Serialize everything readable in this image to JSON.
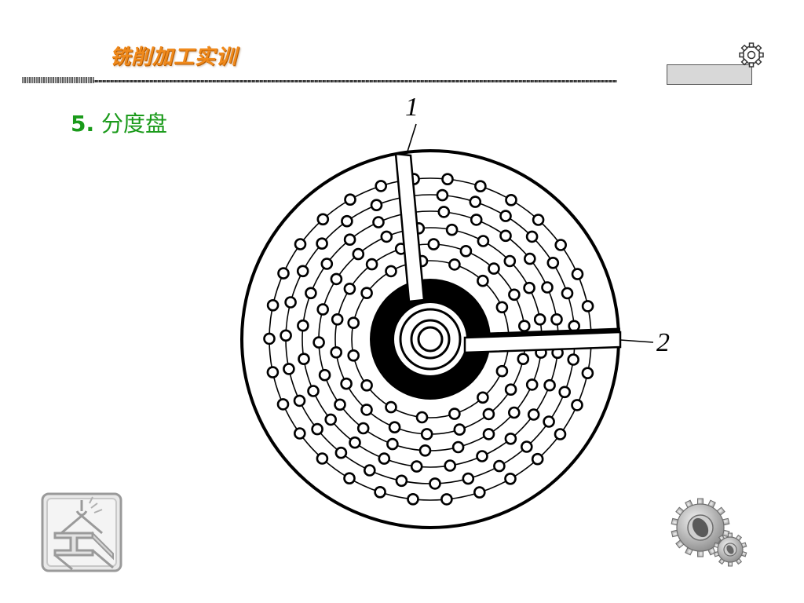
{
  "header": {
    "title": "铣削加工实训"
  },
  "section": {
    "number": "5.",
    "title": "分度盘"
  },
  "figure": {
    "callouts": [
      "1",
      "2"
    ]
  },
  "colors": {
    "header_title": "#f08a1c",
    "section_title": "#1a9a1a",
    "corner_box": "#d8d8d8"
  },
  "icons": {
    "corner": "gear-icon",
    "bottom_left": "crane-i-beam-icon",
    "bottom_right": "gears-icon"
  }
}
